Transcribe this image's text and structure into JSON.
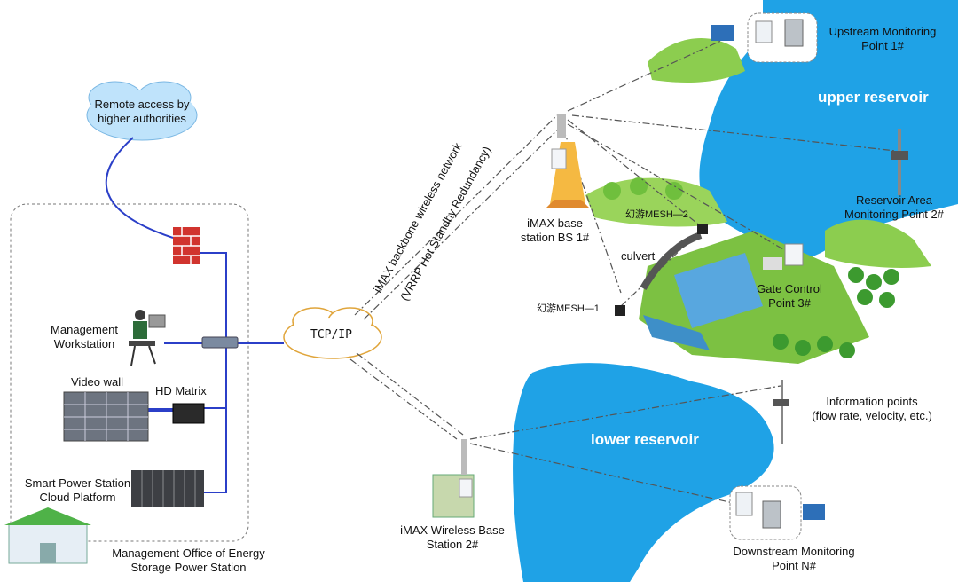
{
  "cloud_label": "Remote access by higher authorities",
  "office_label": "Management Office of Energy Storage Power Station",
  "devices": {
    "workstation": "Management Workstation",
    "video_wall": "Video wall",
    "hd_matrix": "HD Matrix",
    "cloud_platform": "Smart Power Station Cloud Platform"
  },
  "network": {
    "tcpip": "TCP/IP",
    "backbone": "iMAX backbone wireless network",
    "backbone_sub": "(VRRP Hot Standby Redundancy)"
  },
  "stations": {
    "bs1": "iMAX base station BS 1#",
    "bs2": "iMAX Wireless Base Station 2#"
  },
  "mesh": {
    "mesh1": "幻游MESH—1",
    "mesh2": "幻游MESH—2"
  },
  "places": {
    "culvert": "culvert",
    "upper_reservoir": "upper reservoir",
    "lower_reservoir": "lower reservoir",
    "upstream": "Upstream Monitoring Point 1#",
    "reservoir_area": "Reservoir Area Monitoring Point 2#",
    "gate_control": "Gate Control Point 3#",
    "info_points_title": "Information points",
    "info_points_sub": "(flow rate, velocity, etc.)",
    "downstream": "Downstream Monitoring Point N#"
  },
  "colors": {
    "water": "#1fa2e6",
    "grass": "#8ccd4f",
    "link_blue": "#2b3fc8"
  }
}
